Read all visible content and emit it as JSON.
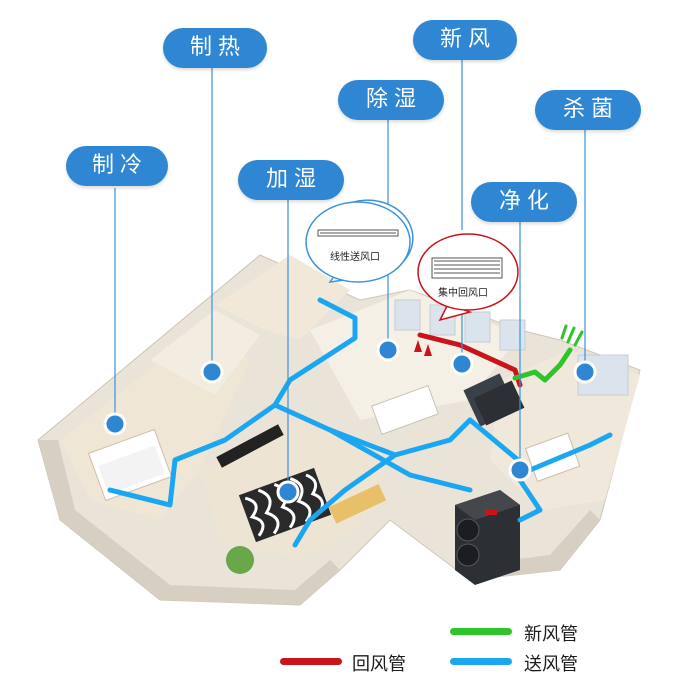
{
  "callouts": {
    "cooling": "制冷",
    "heating": "制热",
    "humidify": "加湿",
    "dehumidify": "除湿",
    "fresh_air": "新风",
    "purify": "净化",
    "sterilize": "杀菌"
  },
  "vents": {
    "supply_vent": "线性送风口",
    "return_vent": "集中回风口"
  },
  "legend": {
    "fresh_duct": "新风管",
    "return_duct": "回风管",
    "supply_duct": "送风管"
  },
  "colors": {
    "accent_blue": "#2f86d3",
    "supply_duct": "#1aa6f0",
    "return_duct": "#c8141a",
    "fresh_duct": "#2ec52a"
  }
}
